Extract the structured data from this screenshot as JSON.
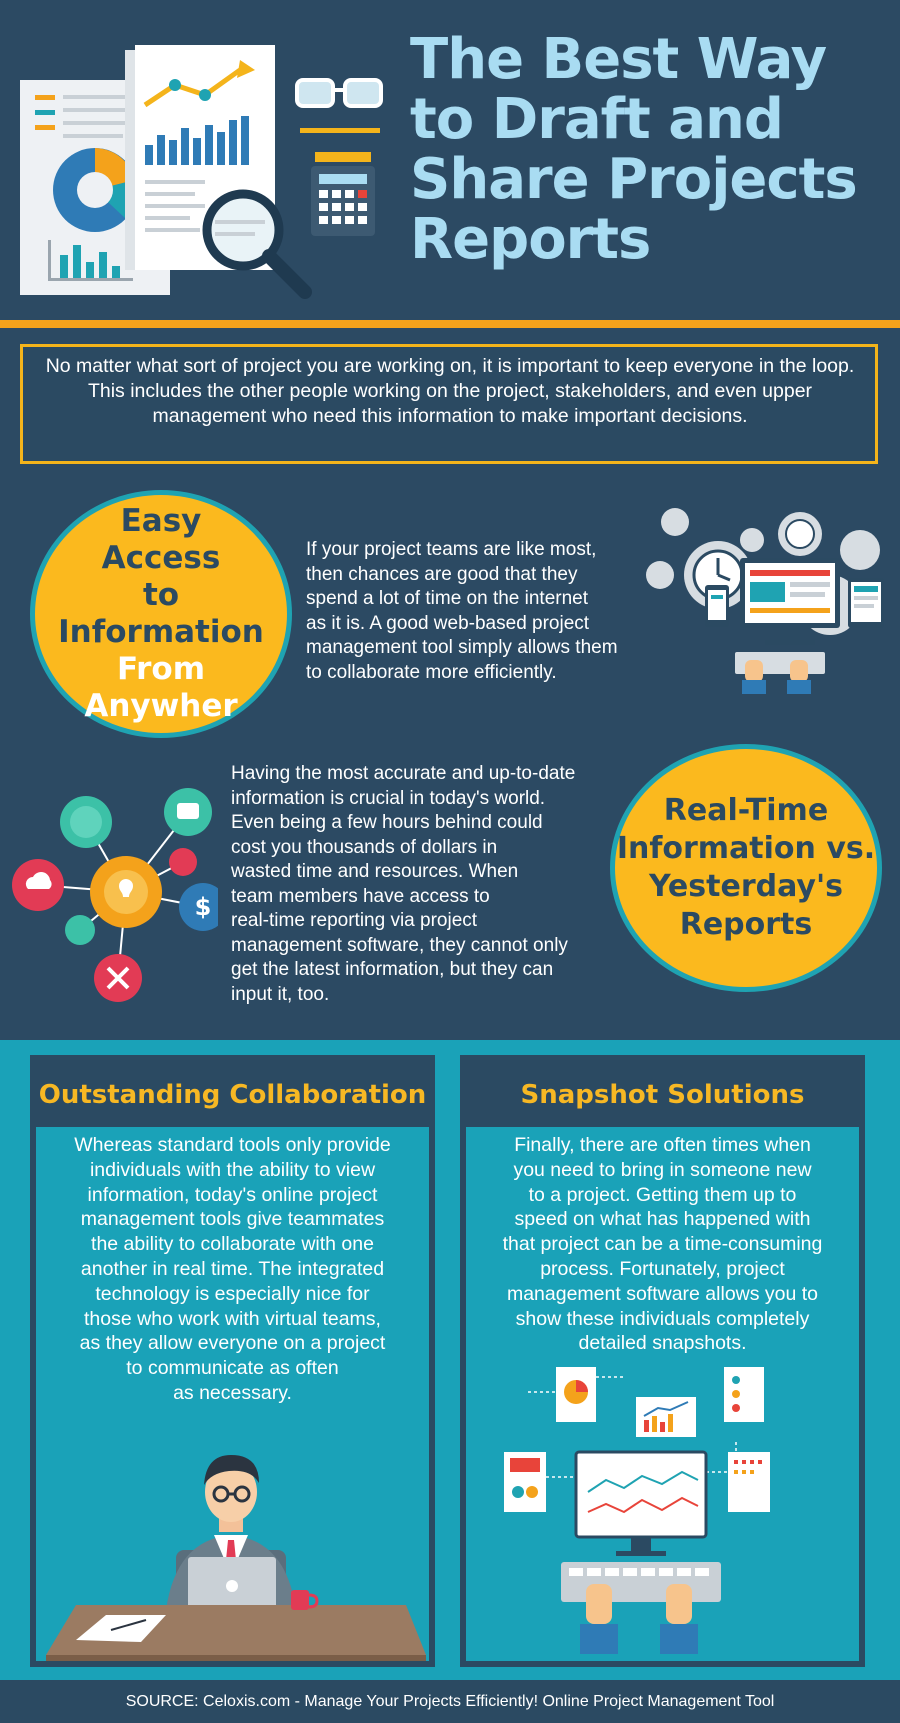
{
  "header": {
    "title_lines": [
      "The Best Way",
      "to Draft and",
      "Share Projects",
      "Reports"
    ]
  },
  "intro": {
    "text": "No matter what sort of project you are working on, it is important to keep everyone in the loop. This includes the other people working on the project, stakeholders, and even upper management who need this information to make important decisions."
  },
  "section_access": {
    "circle_lines": [
      "Easy",
      "Access",
      "to Information",
      "From",
      "Anywher"
    ],
    "text_lines": [
      "If your project teams are like most,",
      "then chances are good that they",
      "spend a lot of time on the internet",
      "as it is. A good web-based project",
      "management tool simply allows them",
      "to collaborate more efficiently."
    ]
  },
  "section_realtime": {
    "circle_lines": [
      "Real-Time",
      "Information vs.",
      "Yesterday's",
      "Reports"
    ],
    "text_lines": [
      "Having the most accurate and up-to-date",
      "information is crucial in today's world.",
      "Even being a few hours behind could",
      "cost you thousands of dollars in",
      "wasted time and resources. When",
      "team members have access to",
      "real-time reporting via project",
      "management software, they cannot only",
      "get the latest information, but they can",
      "input it, too."
    ]
  },
  "collaboration": {
    "title": "Outstanding Collaboration",
    "text_lines": [
      "Whereas standard tools only provide",
      "individuals with the ability to view",
      "information, today's online project",
      "management tools give teammates",
      "the ability to collaborate with one",
      "another in real time. The integrated",
      "technology is especially nice for",
      "those who work with virtual teams,",
      "as they allow everyone on a project",
      "to communicate as often",
      "as necessary."
    ]
  },
  "snapshot": {
    "title": "Snapshot Solutions",
    "text_lines": [
      "Finally, there are often times when",
      "you need to bring in someone new",
      "to a project. Getting them up to",
      "speed on what has happened with",
      "that project can be a time-consuming",
      "process. Fortunately, project",
      "management software allows you to",
      "show these individuals completely",
      "detailed snapshots."
    ]
  },
  "footer": {
    "text": "SOURCE: Celoxis.com - Manage Your Projects Efficiently! Online Project Management Tool"
  },
  "colors": {
    "navy": "#2c4a63",
    "teal": "#1aa2b8",
    "orange": "#f4a21b",
    "yellow": "#fbb91e",
    "title_blue": "#a9dcf2",
    "circle_text": "#2b4a62"
  },
  "icons": [
    "report-illustration-icon",
    "glasses-icon",
    "calculator-icon",
    "magnifier-icon",
    "gears-computer-icon",
    "network-icons-cluster",
    "businessman-desk-icon",
    "dashboard-devices-icon"
  ]
}
